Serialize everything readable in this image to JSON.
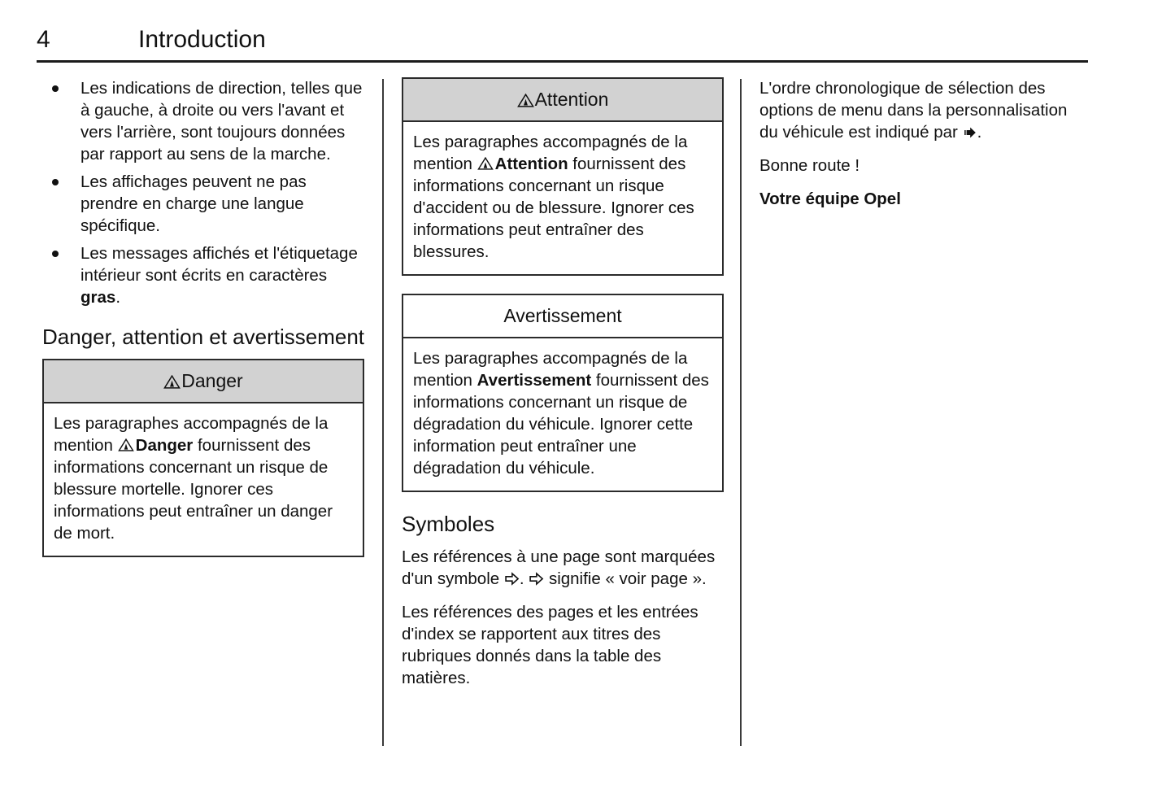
{
  "header": {
    "page_number": "4",
    "title": "Introduction"
  },
  "column1": {
    "bullets": [
      "Les indications de direction, telles que à gauche, à droite ou vers l'avant et vers l'arrière, sont toujours données par rapport au sens de la marche.",
      "Les affichages peuvent ne pas prendre en charge une langue spécifique.",
      "Les messages affichés et l'étiquetage intérieur sont écrits en caractères "
    ],
    "bullet3_bold": "gras",
    "bullet3_tail": ".",
    "heading": "Danger, attention et avertissement",
    "danger_box": {
      "title": "Danger",
      "icon": "warning-triangle-icon",
      "body_part1": "Les paragraphes accompagnés de la mention ",
      "body_bold": "Danger",
      "body_part2": " fournissent des informations concernant un risque de blessure mortelle. Ignorer ces informations peut entraîner un danger de mort."
    }
  },
  "column2": {
    "attention_box": {
      "title": "Attention",
      "icon": "warning-triangle-icon",
      "body_part1": "Les paragraphes accompagnés de la mention ",
      "body_bold": "Attention",
      "body_part2": " fournissent des informations concernant un risque d'accident ou de blessure. Ignorer ces informations peut entraîner des blessures."
    },
    "avertissement_box": {
      "title": "Avertissement",
      "body_part1": "Les paragraphes accompagnés de la mention ",
      "body_bold": "Avertissement",
      "body_part2": " fournissent des informations concernant un risque de dégradation du véhicule. Ignorer cette information peut entraîner une dégradation du véhicule."
    },
    "symboles_heading": "Symboles",
    "symboles_p1_part1": "Les références à une page sont marquées d'un symbole ",
    "symboles_p1_part2": ". ",
    "symboles_p1_part3": " signifie « voir page ».",
    "symboles_p2": "Les références des pages et les entrées d'index se rapportent aux titres des rubriques donnés dans la table des matières.",
    "arrow_icon": "hollow-right-arrow-icon"
  },
  "column3": {
    "paragraph1_part1": "L'ordre chronologique de sélection des options de menu dans la personnalisation du véhicule est indiqué par ",
    "paragraph1_part2": ".",
    "arrow_icon": "solid-right-arrow-icon",
    "closing": "Bonne route !",
    "signature": "Votre équipe Opel"
  },
  "colors": {
    "text": "#111111",
    "rule": "#1b1b1b",
    "box_border": "#2b2b2b",
    "shaded_header": "#d2d2d2",
    "page_background": "#ffffff"
  }
}
